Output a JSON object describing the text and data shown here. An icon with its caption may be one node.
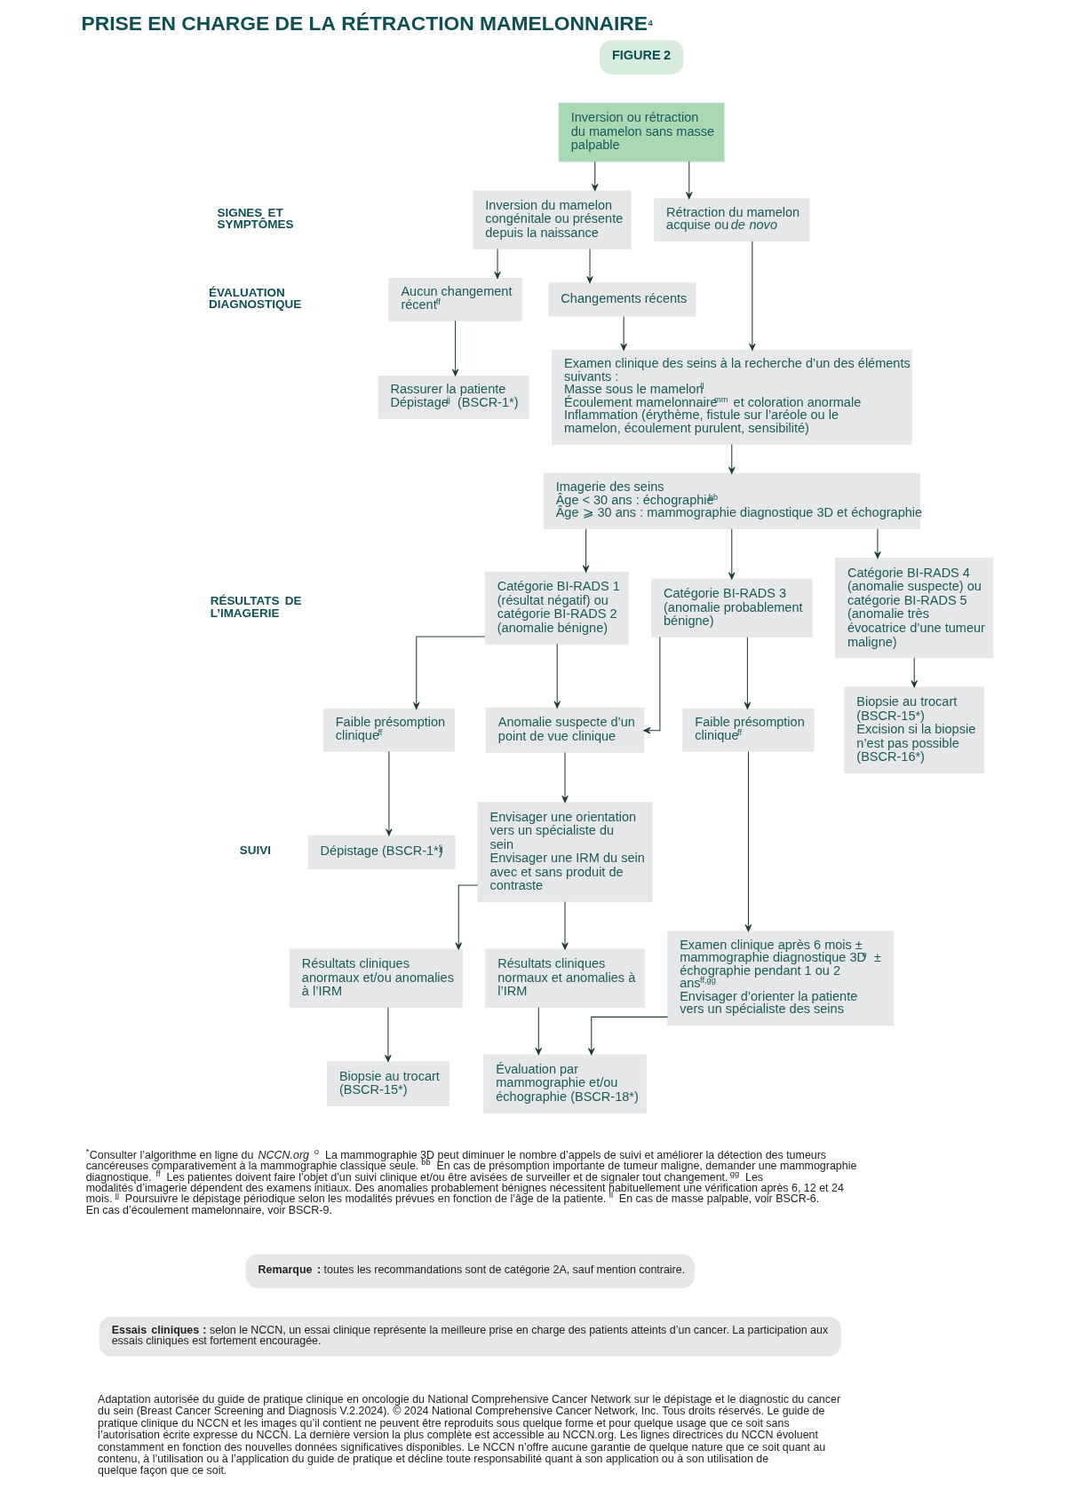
{
  "diagram": {
    "title": "PRISE EN CHARGE DE LA RÉTRACTION MAMELONNAIRE$^{4}$",
    "nodes": [
      {
        "text": [
          "Inversion ou rétraction du mamelon sans masse palpable"
        ]
      },
      {
        "text": [
          "Inversion du mamelon congénitale ou présente depuis la naissance"
        ]
      },
      {
        "text": [
          "Rétraction du mamelon acquise ou *de novo*"
        ]
      },
      {
        "text": [
          "Aucun changement récent$^{ff}$"
        ]
      },
      {
        "text": [
          "Changements récents"
        ]
      },
      {
        "text": [
          "Examen clinique des seins à la recherche d’un des éléments suivants :",
          "Masse sous le mamelon$^{ll}$",
          "Écoulement mamelonnaire$^{mm}$ et coloration anormale",
          "Inflammation (érythème, fistule sur l’aréole ou le mamelon, écoulement purulent, sensibilité)"
        ]
      },
      {
        "text": [
          "Rassurer la patiente",
          "Dépistage$^{jj}$ (BSCR-1*)"
        ]
      },
      {
        "text": [
          "Imagerie des seins",
          "Âge < 30 ans : échographie$^{bb}$",
          "Âge ⩾ 30 ans : mammographie diagnostique 3D et échographie"
        ]
      },
      {
        "text": [
          "Catégorie BI-RADS 1 (résultat négatif) ou catégorie BI-RADS 2 (anomalie bénigne)"
        ]
      },
      {
        "text": [
          "Catégorie BI-RADS 3 (anomalie probablement bénigne)"
        ]
      },
      {
        "text": [
          "Catégorie BI-RADS 4 (anomalie suspecte) ou catégorie BI-RADS 5 (anomalie très évocatrice d’une tumeur maligne)"
        ]
      },
      {
        "text": [
          "Faible présomption clinique$^{ff}$"
        ]
      },
      {
        "text": [
          "Anomalie suspecte d’un point de vue clinique"
        ]
      },
      {
        "text": [
          "Faible présomption clinique$^{ff}$"
        ]
      },
      {
        "text": [
          "Dépistage (BSCR-1*)$^{jj}$"
        ]
      },
      {
        "text": [
          "Envisager une orientation vers un spécialiste du sein",
          "Envisager une IRM du sein avec et sans produit de contraste"
        ]
      },
      {
        "text": [
          "Examen clinique après 6 mois ± mammographie diagnostique 3D$^{o}$ ± échographie pendant 1 ou 2 ans$^{ff,gg}$",
          "Envisager d’orienter la patiente vers un spécialiste des seins"
        ]
      },
      {
        "text": [
          "Biopsie au trocart (BSCR-15*)",
          "Excision si la biopsie n’est pas possible (BSCR-16*)"
        ]
      },
      {
        "text": [
          "Résultats cliniques anormaux et/ou anomalies à l’IRM"
        ]
      },
      {
        "text": [
          "Résultats cliniques normaux et anomalies à l’IRM"
        ]
      },
      {
        "text": [
          "Biopsie au trocart (BSCR-15*)"
        ]
      },
      {
        "text": [
          "Évaluation par mammographie et/ou échographie (BSCR-18*)"
        ]
      }
    ],
    "edges": [
      {
        "from": 0,
        "to": 1,
        "arrow": "to"
      },
      {
        "from": 0,
        "to": 2,
        "arrow": "to"
      },
      {
        "from": 1,
        "to": 3,
        "arrow": "to"
      },
      {
        "from": 1,
        "to": 4,
        "arrow": "to"
      },
      {
        "from": 2,
        "to": 5,
        "arrow": "to"
      },
      {
        "from": 3,
        "to": 6,
        "arrow": "to"
      },
      {
        "from": 4,
        "to": 5,
        "arrow": "to"
      },
      {
        "from": 5,
        "to": 7,
        "arrow": "to"
      },
      {
        "from": 7,
        "to": 8,
        "arrow": "to"
      },
      {
        "from": 7,
        "to": 9,
        "arrow": "to"
      },
      {
        "from": 7,
        "to": 10,
        "arrow": "to"
      },
      {
        "from": 8,
        "to": 11,
        "arrow": "to"
      },
      {
        "from": 8,
        "to": 12,
        "arrow": "to"
      },
      {
        "from": 9,
        "to": 12,
        "arrow": "to"
      },
      {
        "from": 9,
        "to": 13,
        "arrow": "to"
      },
      {
        "from": 11,
        "to": 14,
        "arrow": "to"
      },
      {
        "from": 12,
        "to": 15,
        "arrow": "to"
      },
      {
        "from": 13,
        "to": 16,
        "arrow": "to"
      },
      {
        "from": 10,
        "to": 17,
        "arrow": "to"
      },
      {
        "from": 15,
        "to": 18,
        "arrow": "to"
      },
      {
        "from": 15,
        "to": 19,
        "arrow": "to"
      },
      {
        "from": 18,
        "to": 20,
        "arrow": "to"
      },
      {
        "from": 19,
        "to": 21,
        "arrow": "to"
      },
      {
        "from": 16,
        "to": 21,
        "arrow": "to"
      }
    ],
    "labels": [
      "FIGURE 2",
      "SIGNES ET SYMPTÔMES",
      "ÉVALUATION DIAGNOSTIQUE",
      "RÉSULTATS DE L’IMAGERIE",
      "SUIVI",
      "$^{*}$Consulter l’algorithme en ligne du *NCCN.org* $^{o}$ La mammographie 3D peut diminuer le nombre d’appels de suivi et améliorer la détection des tumeurs cancéreuses comparativement à la mammographie classique seule. $^{bb}$ En cas de présomption importante de tumeur maligne, demander une mammographie diagnostique. $^{ff}$ Les patientes doivent faire l’objet d’un suivi clinique et/ou être avisées de surveiller et de signaler tout changement. $^{gg}$ Les modalités d’imagerie dépendent des examens initiaux. Des anomalies probablement bénignes nécessitent habituellement une vérification après 6, 12 et 24 mois. $^{jj}$ Poursuivre le dépistage périodique selon les modalités prévues en fonction de l’âge de la patiente. $^{ll}$ En cas de masse palpable, voir BSCR-6. En cas d’écoulement mamelonnaire, voir BSCR-9.",
      "**Remarque :** toutes les recommandations sont de catégorie 2A, sauf mention contraire.",
      "**Essais cliniques :** selon le NCCN, un essai clinique représente la meilleure prise en charge des patients atteints d’un cancer. La participation aux essais cliniques est fortement encouragée.",
      "Adaptation autorisée du guide de pratique clinique en oncologie du National Comprehensive Cancer Network sur le dépistage et le diagnostic du cancer du sein (Breast Cancer Screening and Diagnosis V.2.2024). © 2024 National Comprehensive Cancer Network, Inc. Tous droits réservés. Le guide de pratique clinique du NCCN et les images qu’il contient ne peuvent être reproduits sous quelque forme et pour quelque usage que ce soit sans l’autorisation écrite expresse du NCCN. La dernière version la plus complète est accessible au NCCN.org. Les lignes directrices du NCCN évoluent constamment en fonction des nouvelles données significatives disponibles. Le NCCN n’offre aucune garantie de quelque nature que ce soit quant au contenu, à l’utilisation ou à l’application du guide de pratique et décline toute responsabilité quant à son application ou à son utilisation de quelque façon que ce soit."
    ]
  }
}
